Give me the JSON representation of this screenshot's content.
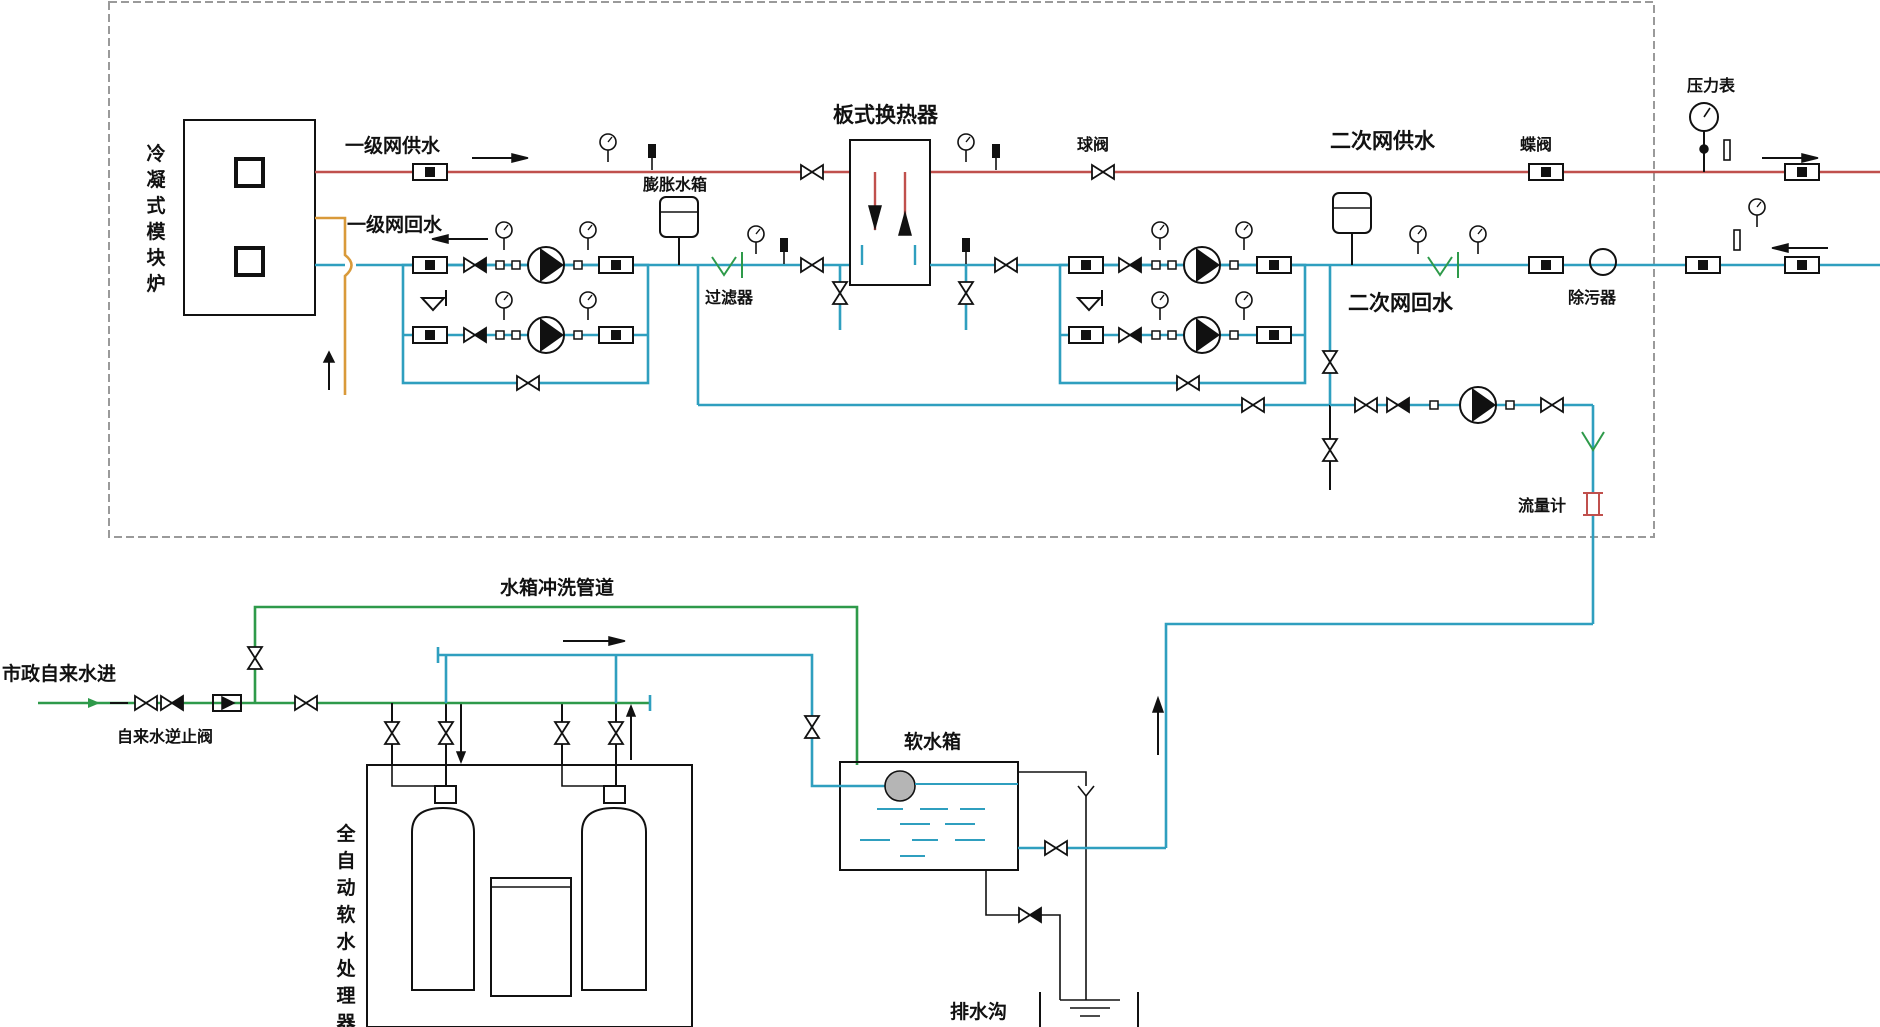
{
  "labels": {
    "boiler": "冷凝式模块炉",
    "primary_supply": "一级网供水",
    "primary_return": "一级网回水",
    "expansion_tank": "膨胀水箱",
    "filter": "过滤器",
    "plate_hx": "板式换热器",
    "ball_valve": "球阀",
    "secondary_supply": "二次网供水",
    "butterfly_valve": "蝶阀",
    "pressure_gauge": "压力表",
    "secondary_return": "二次网回水",
    "dirt_separator": "除污器",
    "flow_meter": "流量计",
    "tank_flush_pipe": "水箱冲洗管道",
    "city_water_in": "市政自来水进",
    "backflow_preventer": "自来水逆止阀",
    "softener": "全自动软水处理器",
    "soft_water_tank": "软水箱",
    "drain": "排水沟"
  },
  "colors": {
    "supply": "#c0504d",
    "return": "#2f9fbf",
    "makeup": "#2e9a4a",
    "primary_return_alt": "#d99a3a",
    "frame": "#9a9a9a"
  }
}
